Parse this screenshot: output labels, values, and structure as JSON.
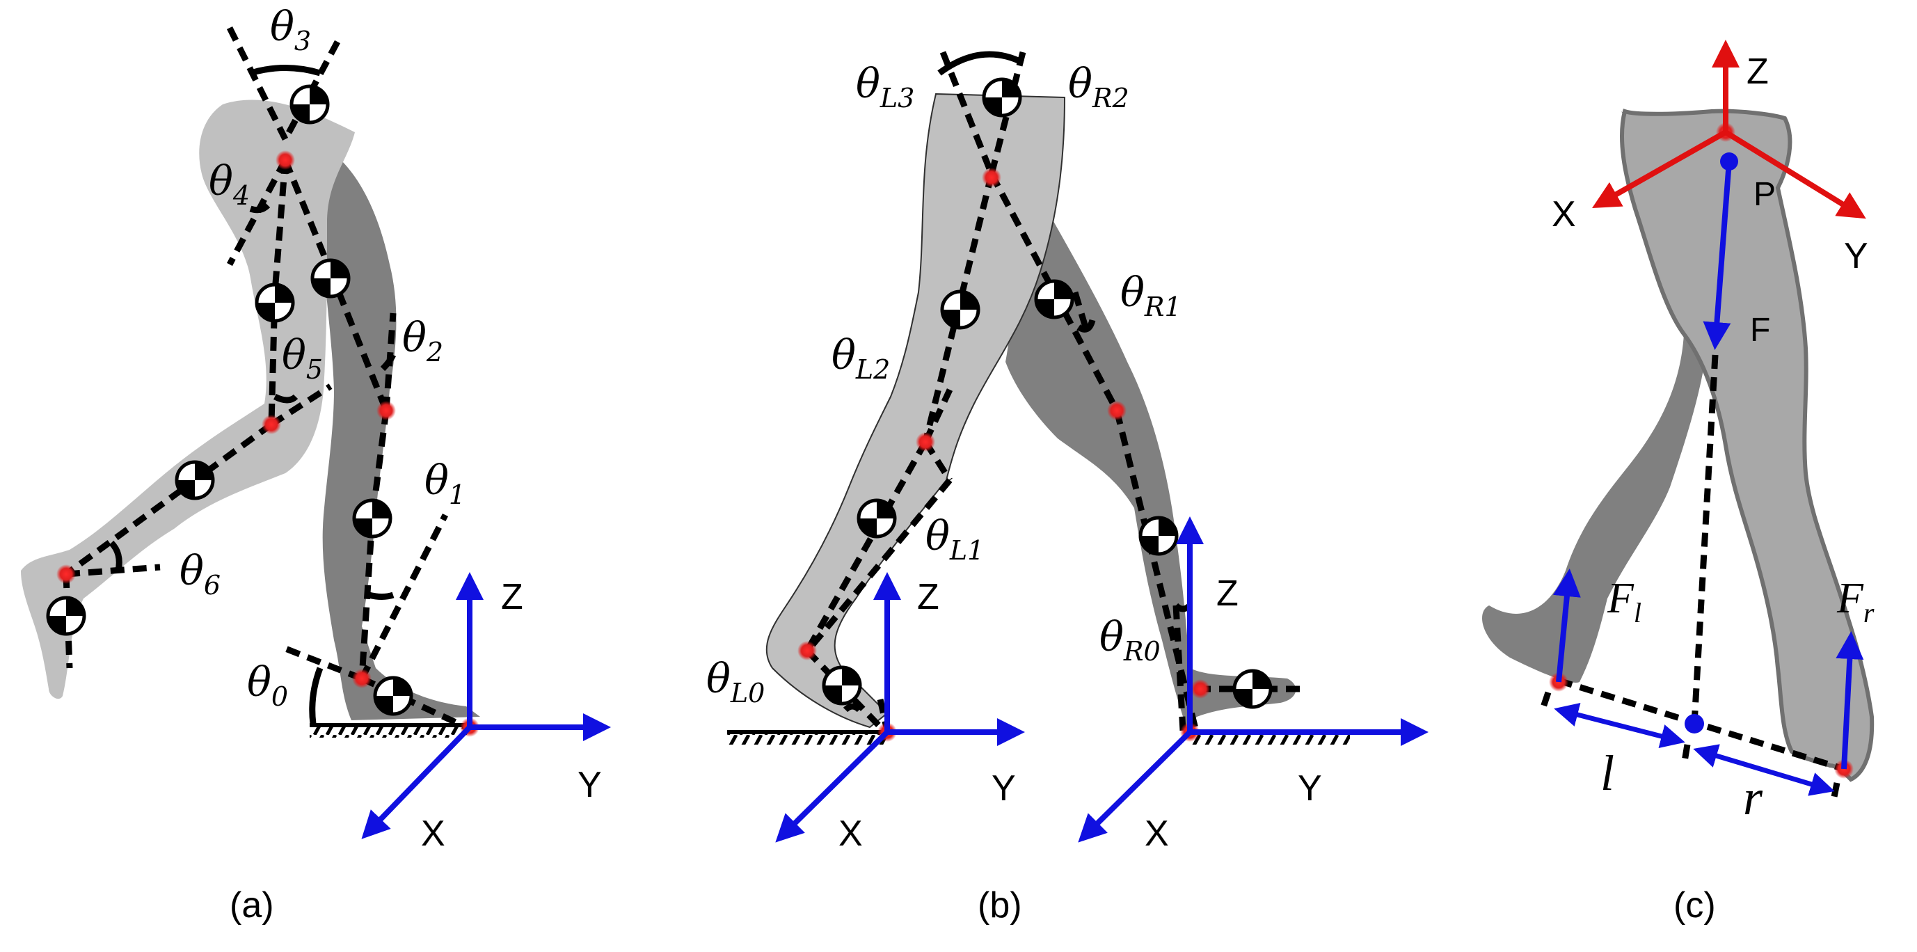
{
  "panel_a": {
    "caption": "(a)",
    "angles": [
      {
        "base": "θ",
        "sub": "3"
      },
      {
        "base": "θ",
        "sub": "4"
      },
      {
        "base": "θ",
        "sub": "5"
      },
      {
        "base": "θ",
        "sub": "2"
      },
      {
        "base": "θ",
        "sub": "1"
      },
      {
        "base": "θ",
        "sub": "6"
      },
      {
        "base": "θ",
        "sub": "0"
      }
    ],
    "axes": {
      "z": "Z",
      "y": "Y",
      "x": "X"
    }
  },
  "panel_b": {
    "caption": "(b)",
    "angles": [
      {
        "base": "θ",
        "sub": "L3"
      },
      {
        "base": "θ",
        "sub": "R2"
      },
      {
        "base": "θ",
        "sub": "R1"
      },
      {
        "base": "θ",
        "sub": "L2"
      },
      {
        "base": "θ",
        "sub": "L1"
      },
      {
        "base": "θ",
        "sub": "R0"
      },
      {
        "base": "θ",
        "sub": "L0"
      }
    ],
    "axes_left": {
      "z": "Z",
      "y": "Y",
      "x": "X"
    },
    "axes_right": {
      "z": "Z",
      "y": "Y",
      "x": "X"
    }
  },
  "panel_c": {
    "caption": "(c)",
    "axes": {
      "z": "Z",
      "x": "X",
      "y": "Y"
    },
    "labels": {
      "p": "P",
      "f": "F"
    },
    "forces": [
      {
        "base": "F",
        "sub": "l"
      },
      {
        "base": "F",
        "sub": "r"
      }
    ],
    "distances": {
      "left": "l",
      "right": "r"
    }
  },
  "colors": {
    "leg_light": "#c0c0c0",
    "leg_dark": "#808080",
    "axis_blue": "#1010e0",
    "axis_red": "#e01010",
    "marker_red": "#e02020"
  }
}
